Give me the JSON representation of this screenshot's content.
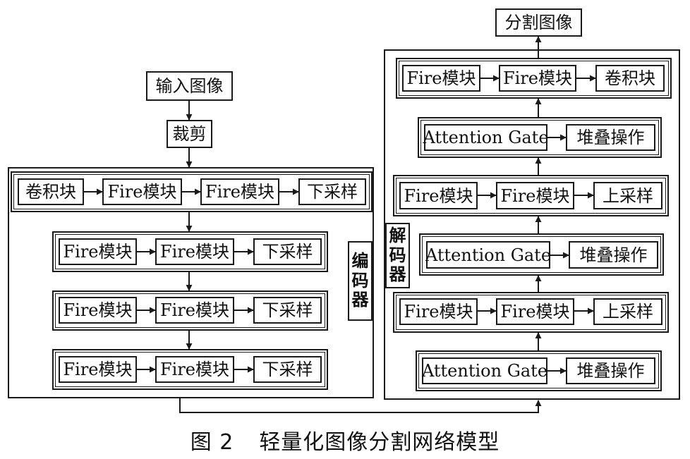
{
  "input": {
    "label": "输入图像"
  },
  "crop": {
    "label": "裁剪"
  },
  "output": {
    "label": "分割图像"
  },
  "encoder": {
    "label_chars": [
      "编",
      "码",
      "器"
    ],
    "rows": [
      [
        "卷积块",
        "Fire模块",
        "Fire模块",
        "下采样"
      ],
      [
        "Fire模块",
        "Fire模块",
        "下采样"
      ],
      [
        "Fire模块",
        "Fire模块",
        "下采样"
      ],
      [
        "Fire模块",
        "Fire模块",
        "下采样"
      ]
    ]
  },
  "decoder": {
    "label_chars": [
      "解",
      "码",
      "器"
    ],
    "rows": [
      [
        "Fire模块",
        "Fire模块",
        "卷积块"
      ],
      [
        "Attention Gate",
        "堆叠操作"
      ],
      [
        "Fire模块",
        "Fire模块",
        "上采样"
      ],
      [
        "Attention Gate",
        "堆叠操作"
      ],
      [
        "Fire模块",
        "Fire模块",
        "上采样"
      ],
      [
        "Attention Gate",
        "堆叠操作"
      ]
    ]
  },
  "caption": {
    "figure_no": "图 2",
    "title": "轻量化图像分割网络模型"
  }
}
